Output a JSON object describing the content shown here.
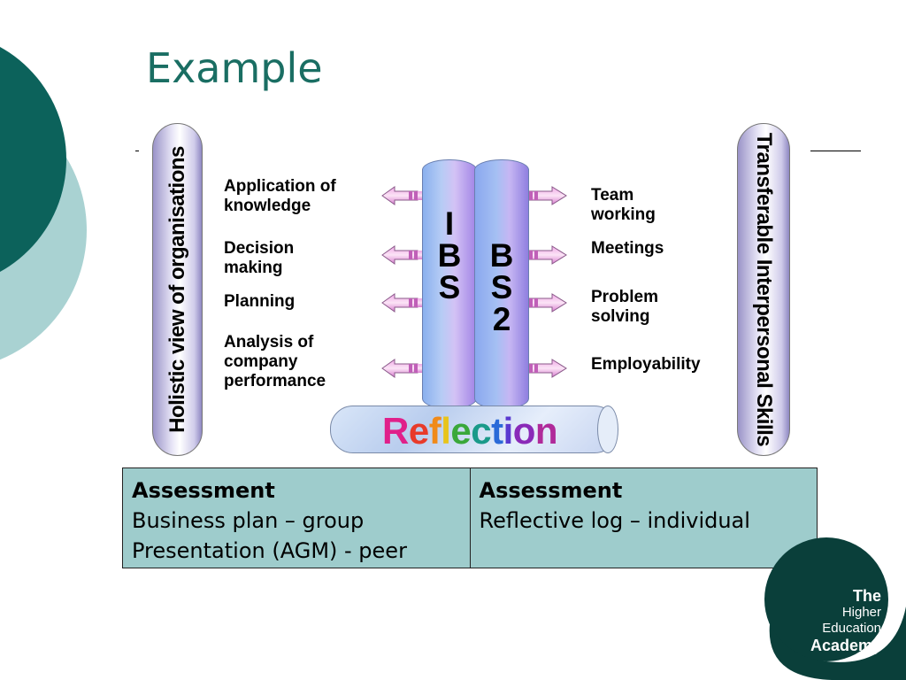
{
  "slide": {
    "title": "Example",
    "colors": {
      "accent": "#1a6e63",
      "teal_light": "#9ecccc",
      "dark_teal": "#0a3f3a"
    }
  },
  "diagram": {
    "left_pillar": "Holistic view of organisations",
    "right_pillar": "Transferable Interpersonal Skills",
    "ibs_letters": [
      "I",
      "B",
      "S"
    ],
    "bs2_letters": [
      "B",
      "S",
      "2"
    ],
    "reflection": "Reflection",
    "left_items": [
      {
        "line1": "Application of",
        "line2": "knowledge",
        "line3": ""
      },
      {
        "line1": "Decision",
        "line2": "making",
        "line3": ""
      },
      {
        "line1": "Planning",
        "line2": "",
        "line3": ""
      },
      {
        "line1": "Analysis of",
        "line2": "company",
        "line3": "performance"
      }
    ],
    "right_items": [
      {
        "line1": "Team",
        "line2": "working"
      },
      {
        "line1": "Meetings",
        "line2": ""
      },
      {
        "line1": "Problem",
        "line2": "solving"
      },
      {
        "line1": "Employability",
        "line2": ""
      }
    ]
  },
  "assessment": {
    "left": {
      "heading": "Assessment",
      "line1": "Business plan – group",
      "line2": "Presentation (AGM) - peer"
    },
    "right": {
      "heading": "Assessment",
      "line1": "Reflective log – individual"
    }
  },
  "logo": {
    "line1": "The",
    "line2": "Higher",
    "line3": "Education",
    "line4": "Academy"
  }
}
